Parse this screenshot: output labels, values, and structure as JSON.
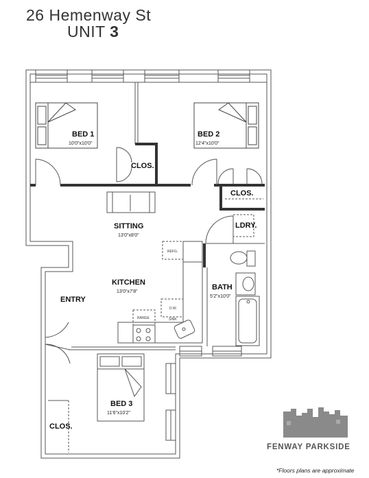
{
  "header": {
    "address": "26 Hemenway St",
    "unit_prefix": "UNIT ",
    "unit_number": "3"
  },
  "rooms": {
    "bed1": {
      "name": "BED 1",
      "size": "10'0\"x10'0\""
    },
    "bed2": {
      "name": "BED 2",
      "size": "12'4\"x10'0\""
    },
    "clos_a": {
      "name": "CLOS."
    },
    "clos_b": {
      "name": "CLOS."
    },
    "sitting": {
      "name": "SITTING",
      "size": "13'0\"x8'0\""
    },
    "ldry": {
      "name": "LDRY."
    },
    "kitchen": {
      "name": "KITCHEN",
      "size": "13'0\"x7'8\""
    },
    "bath": {
      "name": "BATH",
      "size": "5'2\"x10'0\""
    },
    "entry": {
      "name": "ENTRY"
    },
    "bed3": {
      "name": "BED 3",
      "size": "11'6\"x10'2\""
    },
    "clos_c": {
      "name": "CLOS."
    }
  },
  "fixtures": {
    "refg": "REFG.",
    "dw": "D.W.",
    "range": "RANGE",
    "sink": "SINK"
  },
  "brand": {
    "name": "FENWAY PARKSIDE"
  },
  "footnote": "*Floors plans are approximate"
}
